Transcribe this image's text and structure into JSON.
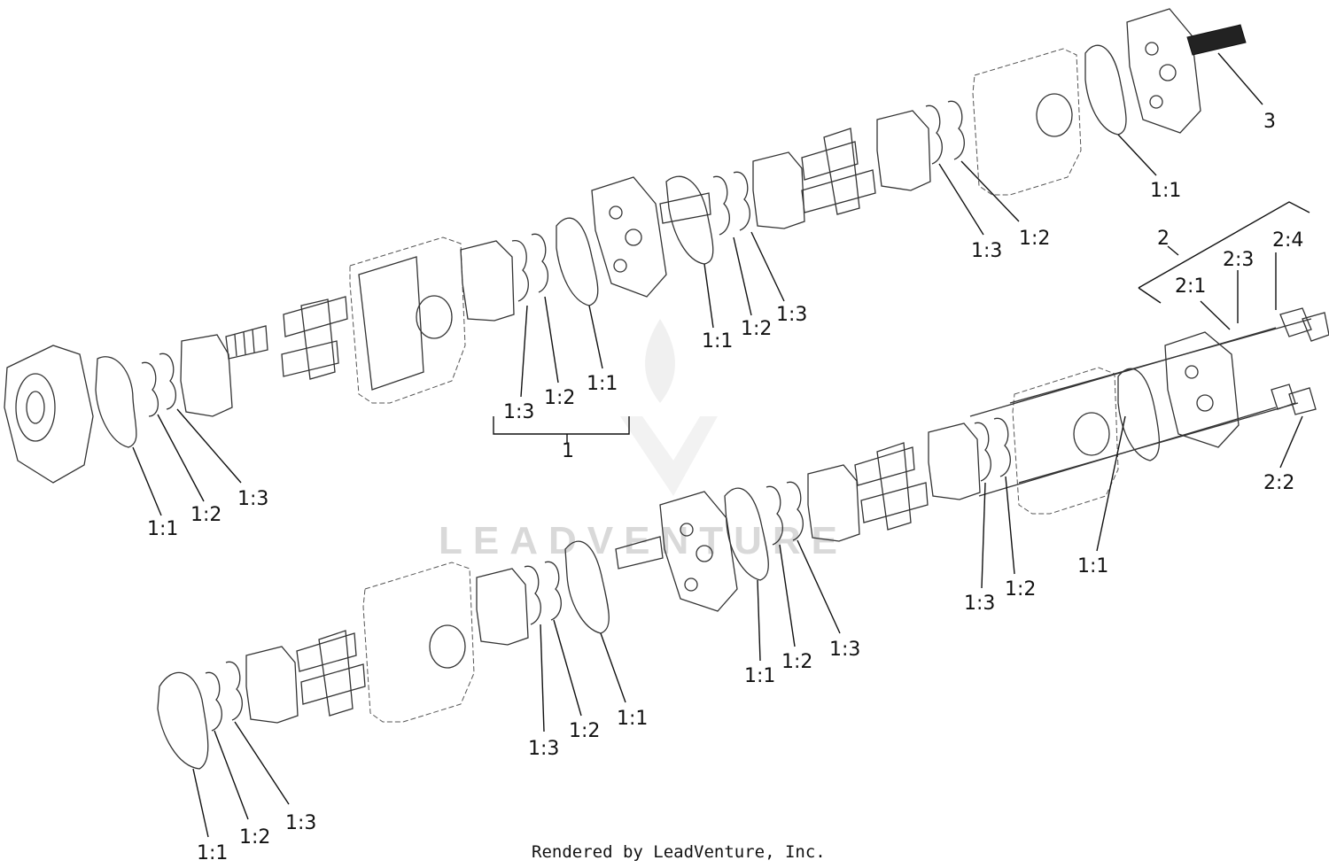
{
  "callouts": [
    "1:1",
    "1:2",
    "1:3",
    "1:3",
    "1:2",
    "1:1",
    "1",
    "1:1",
    "1:2",
    "1:3",
    "1:3",
    "1:2",
    "1:1",
    "3",
    "2",
    "2:1",
    "2:3",
    "2:4",
    "2:2",
    "1:1",
    "1:3",
    "1:2",
    "1:1",
    "1:2",
    "1:3",
    "1:3",
    "1:2",
    "1:1",
    "1:1",
    "1:2",
    "1:3"
  ],
  "watermark": "LEADVENTURE",
  "footer": "Rendered by LeadVenture, Inc."
}
